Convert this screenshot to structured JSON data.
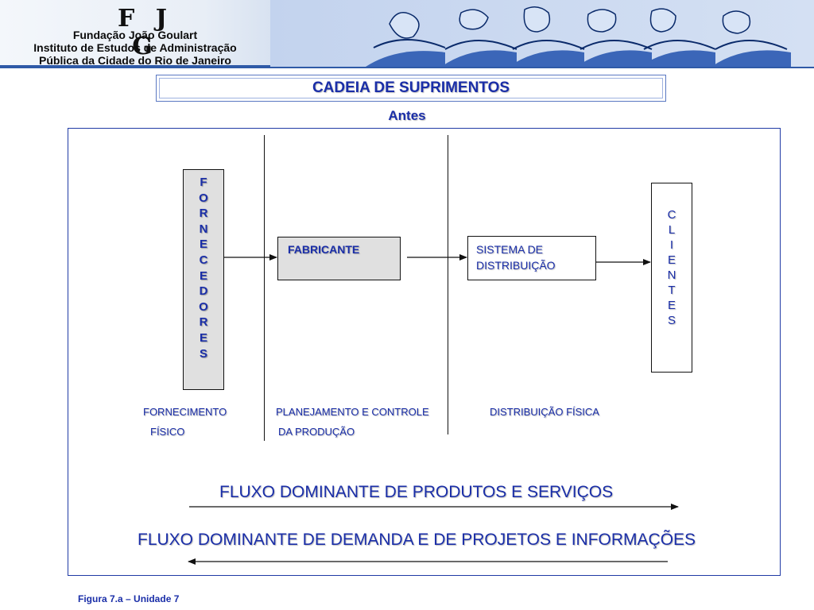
{
  "header": {
    "logo": "F J G",
    "org_lines": [
      "Fundação João Goulart",
      "Instituto de Estudos de Administração",
      "Pública da Cidade do Rio de Janeiro"
    ],
    "illustration": "people-silhouettes-illustration"
  },
  "title": "CADEIA DE SUPRIMENTOS",
  "subtitle": "Antes",
  "diagram": {
    "fornecedores_letters": [
      "F",
      "O",
      "R",
      "N",
      "E",
      "C",
      "E",
      "D",
      "O",
      "R",
      "E",
      "S"
    ],
    "fabricante": "FABRICANTE",
    "sistema": [
      "SISTEMA DE",
      "DISTRIBUIÇÃO"
    ],
    "clientes_letters": [
      "C",
      "L",
      "I",
      "E",
      "N",
      "T",
      "E",
      "S"
    ],
    "section_labels": {
      "fornecimento": [
        "FORNECIMENTO",
        "FÍSICO"
      ],
      "planejamento": [
        "PLANEJAMENTO E CONTROLE",
        "DA  PRODUÇÃO"
      ],
      "distribuicao": "DISTRIBUIÇÃO FÍSICA"
    },
    "flux_products": "FLUXO DOMINANTE DE PRODUTOS E SERVIÇOS",
    "flux_demand": "FLUXO DOMINANTE DE DEMANDA E DE PROJETOS E INFORMAÇÕES"
  },
  "caption": "Figura 7.a – Unidade 7",
  "colors": {
    "text_blue": "#1a2ea8",
    "frame_blue": "#1f3aa5",
    "box_gray": "#e0e0e0",
    "banner_blue": "#2f5aa7"
  }
}
